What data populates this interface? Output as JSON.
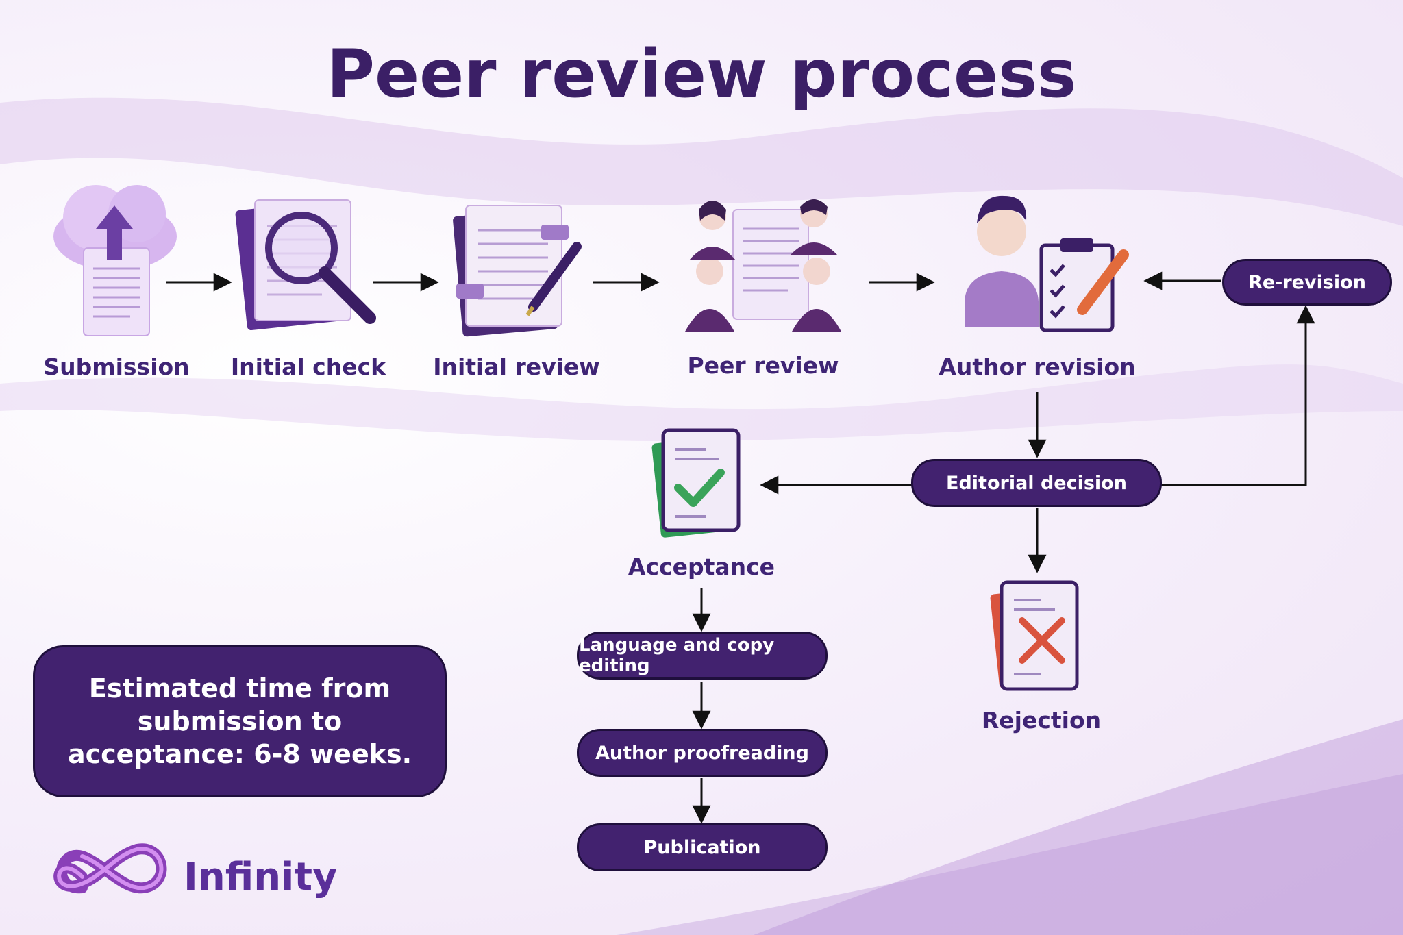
{
  "title": "Peer review process",
  "steps": [
    {
      "label": "Submission",
      "icon": "cloud-upload-document-icon"
    },
    {
      "label": "Initial check",
      "icon": "magnifier-documents-icon"
    },
    {
      "label": "Initial review",
      "icon": "pen-annotated-documents-icon"
    },
    {
      "label": "Peer review",
      "icon": "reviewers-group-icon"
    },
    {
      "label": "Author revision",
      "icon": "author-clipboard-icon"
    }
  ],
  "re_revision": "Re-revision",
  "editorial_decision": "Editorial decision",
  "acceptance": {
    "label": "Acceptance",
    "icon": "checkmark-document-icon"
  },
  "rejection": {
    "label": "Rejection",
    "icon": "x-mark-document-icon"
  },
  "post_acceptance": [
    "Language and copy editing",
    "Author proofreading",
    "Publication"
  ],
  "estimate": "Estimated time from submission to acceptance: 6-8 weeks.",
  "brand": {
    "name": "Infinity",
    "icon": "infinity-logo-icon"
  },
  "colors": {
    "primary": "#42226f",
    "text": "#3b1f66",
    "accept": "#3aa35a",
    "reject": "#d9533e"
  }
}
